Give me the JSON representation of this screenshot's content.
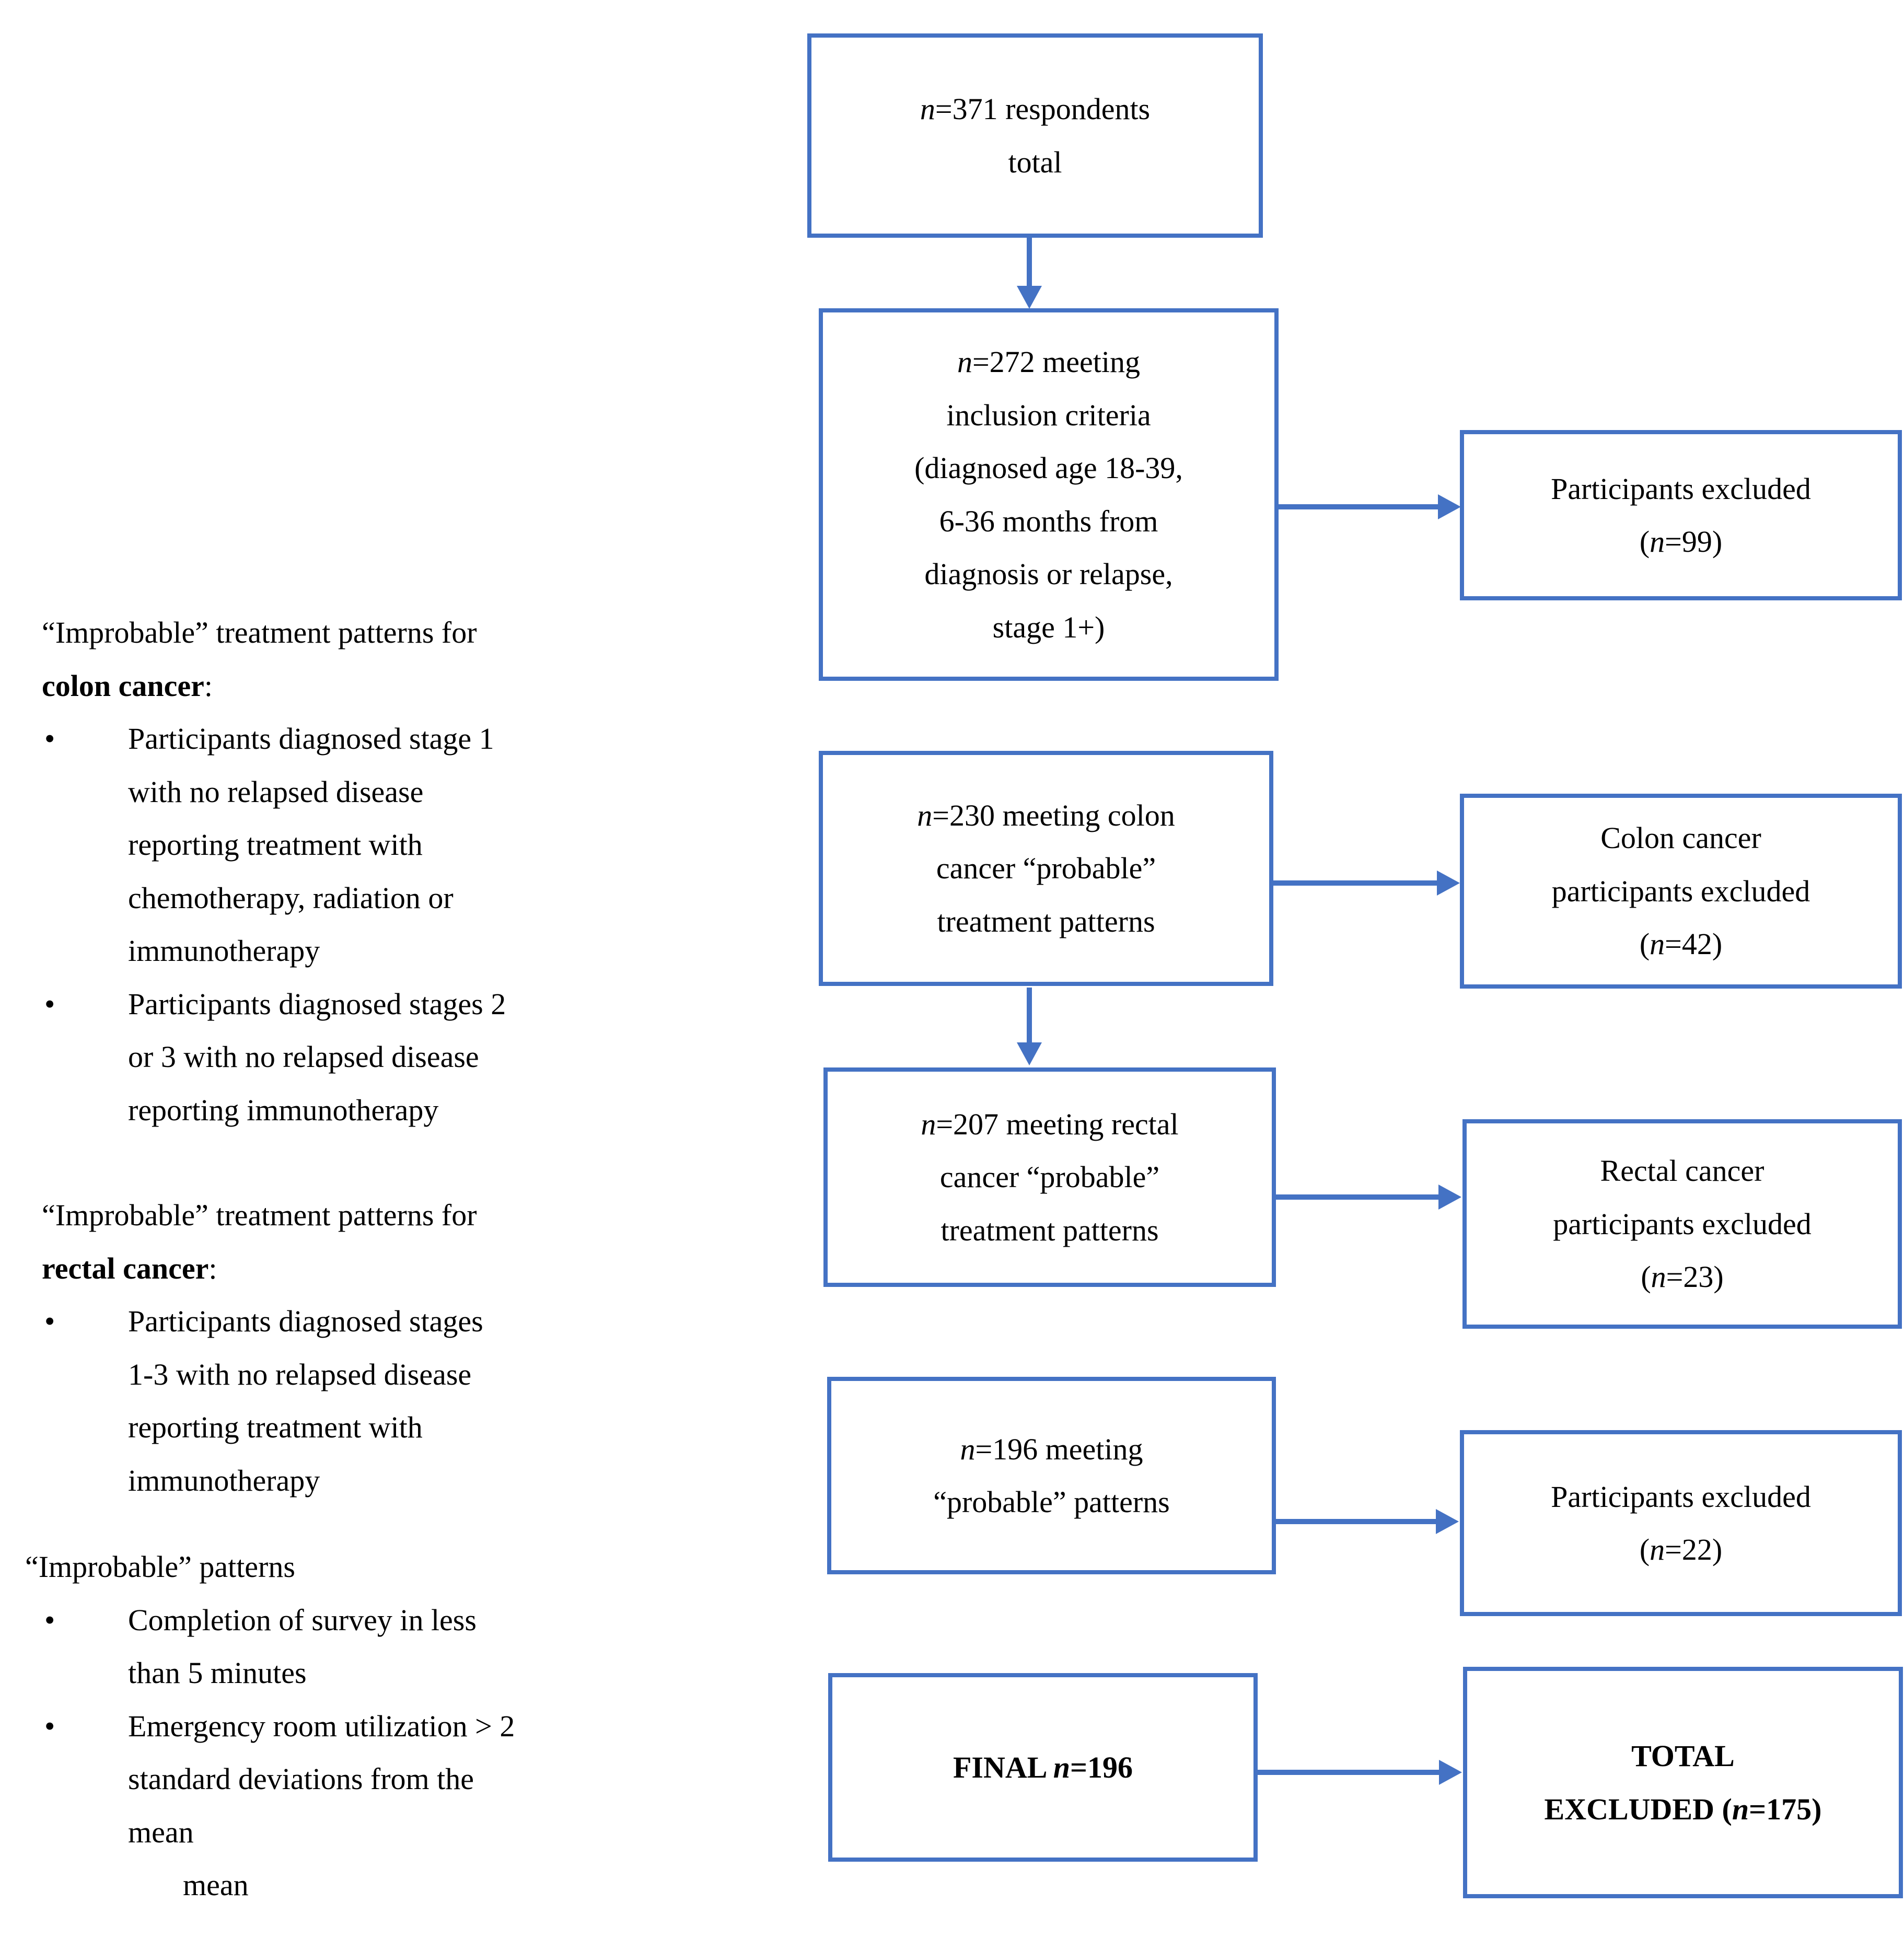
{
  "colors": {
    "accent": "#4472C4",
    "text": "#000000",
    "background": "#FFFFFF"
  },
  "bullet_glyph": "•",
  "left_notes": {
    "sections": [
      {
        "title_lines": [
          "“Improbable” treatment patterns for",
          [
            {
              "t": "colon cancer",
              "b": 1
            },
            {
              "t": ":"
            }
          ]
        ],
        "bullets": [
          {
            "lines": [
              "Participants diagnosed stage 1",
              "with no relapsed disease",
              "reporting treatment with",
              "chemotherapy, radiation or",
              "immunotherapy"
            ]
          },
          {
            "lines": [
              "Participants diagnosed stages 2",
              "or 3 with no relapsed disease",
              "reporting immunotherapy"
            ]
          }
        ]
      },
      {
        "title_lines": [
          "“Improbable” treatment patterns for",
          [
            {
              "t": "rectal cancer",
              "b": 1
            },
            {
              "t": ":"
            }
          ]
        ],
        "bullets": [
          {
            "lines": [
              "Participants diagnosed stages",
              "1-3 with no relapsed disease",
              "reporting treatment with",
              "immunotherapy"
            ]
          }
        ]
      },
      {
        "title_lines": [
          "“Improbable” patterns"
        ],
        "bullets": [
          {
            "lines": [
              "Completion of survey in less",
              "than 5 minutes"
            ]
          },
          {
            "lines": [
              "Emergency room utilization > 2",
              "standard deviations from the",
              "mean"
            ]
          }
        ]
      }
    ],
    "trailing_line": "mean"
  },
  "flowchart": {
    "main_boxes": [
      {
        "label": "n=371 respondents total",
        "lines": [
          [
            {
              "t": "n",
              "i": 1
            },
            {
              "t": "=371 respondents"
            }
          ],
          "total"
        ]
      },
      {
        "label": "n=272 meeting inclusion criteria (diagnosed age 18-39, 6-36 months from diagnosis or relapse, stage 1+)",
        "lines": [
          [
            {
              "t": "n",
              "i": 1
            },
            {
              "t": "=272 meeting"
            }
          ],
          "inclusion criteria",
          "(diagnosed age 18-39,",
          "6-36 months from",
          "diagnosis or relapse,",
          "stage 1+)"
        ]
      },
      {
        "label": "n=230 meeting colon cancer \"probable\" treatment patterns",
        "lines": [
          [
            {
              "t": "n",
              "i": 1
            },
            {
              "t": "=230 meeting colon"
            }
          ],
          "cancer “probable”",
          "treatment patterns"
        ]
      },
      {
        "label": "n=207 meeting rectal cancer \"probable\" treatment patterns",
        "lines": [
          [
            {
              "t": "n",
              "i": 1
            },
            {
              "t": "=207 meeting rectal"
            }
          ],
          "cancer “probable”",
          "treatment patterns"
        ]
      },
      {
        "label": "n=196 meeting \"probable\" patterns",
        "lines": [
          [
            {
              "t": "n",
              "i": 1
            },
            {
              "t": "=196 meeting"
            }
          ],
          "“probable” patterns"
        ]
      },
      {
        "label": "FINAL n=196",
        "lines": [
          [
            {
              "t": "FINAL ",
              "b": 1
            },
            {
              "t": "n",
              "b": 1,
              "i": 1
            },
            {
              "t": "=196",
              "b": 1
            }
          ]
        ]
      }
    ],
    "excluded_boxes": [
      {
        "label": "Participants excluded (n=99)",
        "lines": [
          "Participants excluded",
          [
            {
              "t": "("
            },
            {
              "t": "n",
              "i": 1
            },
            {
              "t": "=99)"
            }
          ]
        ]
      },
      {
        "label": "Colon cancer participants excluded (n=42)",
        "lines": [
          "Colon cancer",
          "participants excluded",
          [
            {
              "t": "("
            },
            {
              "t": "n",
              "i": 1
            },
            {
              "t": "=42)"
            }
          ]
        ]
      },
      {
        "label": "Rectal cancer participants excluded (n=23)",
        "lines": [
          "Rectal cancer",
          "participants excluded",
          [
            {
              "t": "("
            },
            {
              "t": "n",
              "i": 1
            },
            {
              "t": "=23)"
            }
          ]
        ]
      },
      {
        "label": "Participants excluded (n=22)",
        "lines": [
          "Participants excluded",
          [
            {
              "t": "("
            },
            {
              "t": "n",
              "i": 1
            },
            {
              "t": "=22)"
            }
          ]
        ]
      },
      {
        "label": "TOTAL EXCLUDED (n=175)",
        "lines": [
          [
            {
              "t": "TOTAL",
              "b": 1
            }
          ],
          [
            {
              "t": "EXCLUDED (",
              "b": 1
            },
            {
              "t": "n",
              "b": 1,
              "i": 1
            },
            {
              "t": "=175)",
              "b": 1
            }
          ]
        ]
      }
    ]
  }
}
